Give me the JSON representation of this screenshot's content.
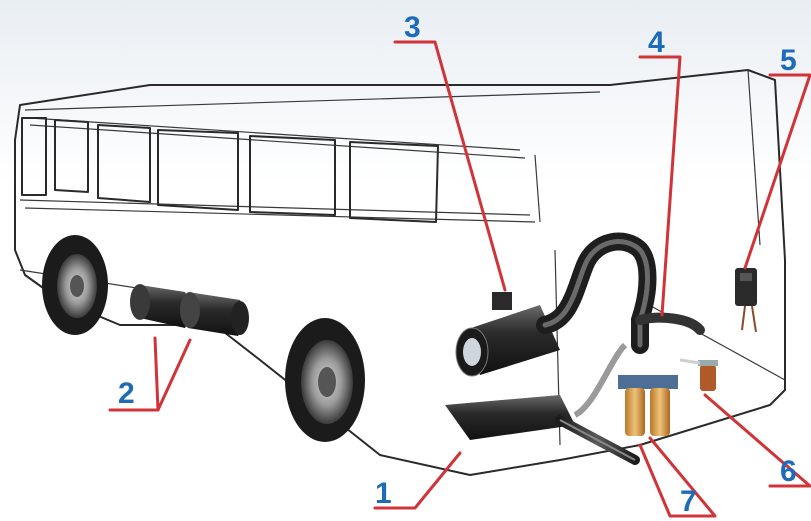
{
  "colors": {
    "label": "#1e6bb8",
    "leader": "#d13438",
    "outline": "#2a2a2a",
    "component": "#2b2b2b",
    "filter_body": "#d79a3a"
  },
  "callouts": [
    {
      "id": "1",
      "text": "1"
    },
    {
      "id": "2",
      "text": "2"
    },
    {
      "id": "3",
      "text": "3"
    },
    {
      "id": "4",
      "text": "4"
    },
    {
      "id": "5",
      "text": "5"
    },
    {
      "id": "6",
      "text": "6"
    },
    {
      "id": "7",
      "text": "7"
    }
  ]
}
